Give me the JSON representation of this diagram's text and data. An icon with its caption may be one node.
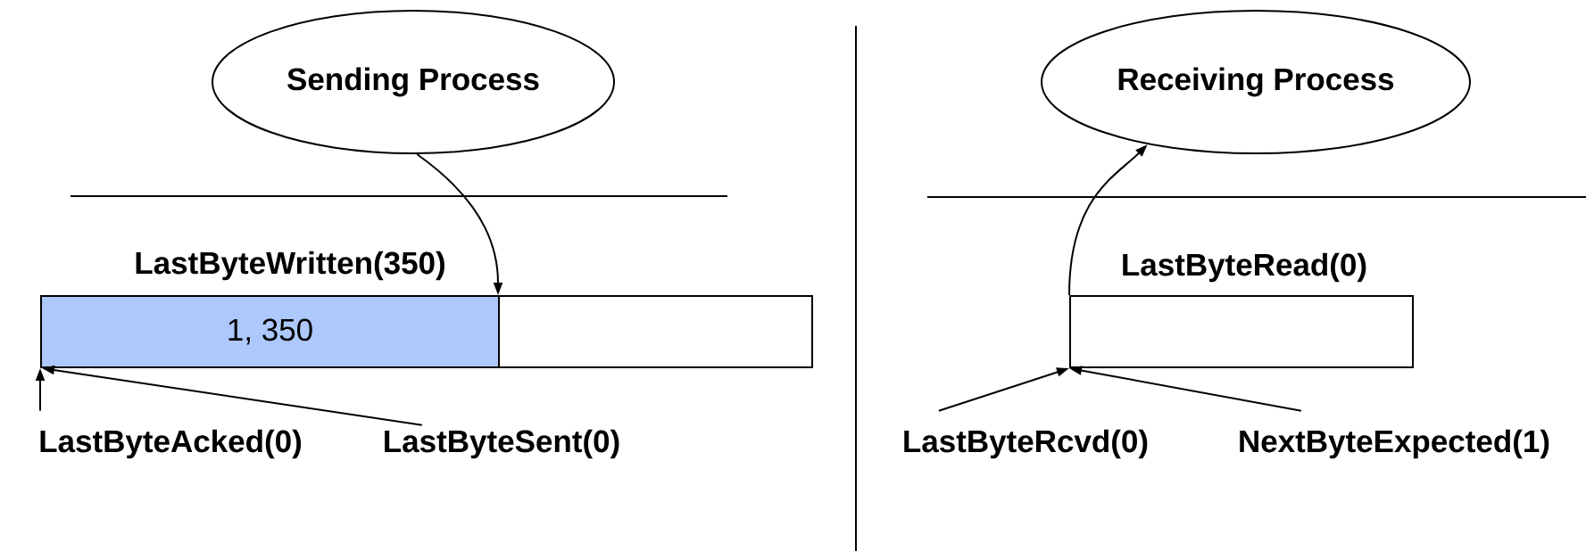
{
  "diagram": {
    "nodes": [
      {
        "text": [
          "Sending Process"
        ]
      },
      {
        "text": [],
        "shape": "box"
      },
      {
        "text": [
          "1, 350"
        ],
        "in": 1
      },
      {
        "text": [
          "LastByteAcked(0)"
        ]
      },
      {
        "text": [
          "LastByteSent(0)"
        ]
      },
      {
        "text": [
          "Receiving Process"
        ]
      },
      {
        "text": [],
        "shape": "box"
      },
      {
        "text": [
          "LastByteRcvd(0)"
        ]
      },
      {
        "text": [
          "NextByteExpected(1)"
        ]
      }
    ],
    "edges": [
      {
        "from": 0,
        "to": 1,
        "arrow": "to"
      },
      {
        "from": 3,
        "to": 1,
        "arrow": "to"
      },
      {
        "from": 4,
        "to": 1,
        "arrow": "to"
      },
      {
        "from": 6,
        "to": 5,
        "arrow": "to"
      },
      {
        "from": 7,
        "to": 6,
        "arrow": "to"
      },
      {
        "from": 8,
        "to": 6,
        "arrow": "to"
      }
    ],
    "labels": [
      "LastByteWritten(350)",
      "LastByteRead(0)"
    ]
  }
}
